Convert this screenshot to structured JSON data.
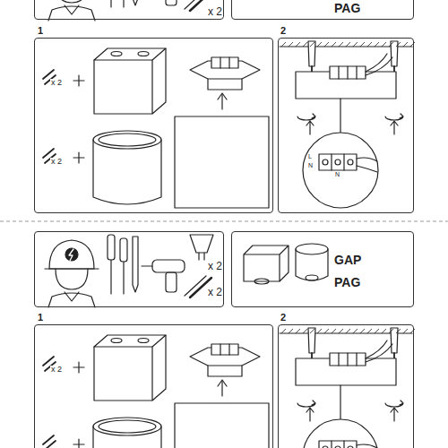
{
  "diagram": {
    "nodes": [
      {
        "text": [
          "x 2"
        ]
      },
      {
        "text": [
          "PAG"
        ]
      },
      {
        "text": [
          "1",
          "x 2",
          "x 2"
        ]
      },
      {
        "text": [
          "2",
          "L",
          "N",
          "N"
        ]
      },
      {
        "text": [
          "x 2",
          "x 2"
        ]
      },
      {
        "text": [
          "GAP",
          "PAG"
        ]
      },
      {
        "text": [
          "1",
          "x 2"
        ]
      },
      {
        "text": [
          "2"
        ]
      }
    ]
  }
}
